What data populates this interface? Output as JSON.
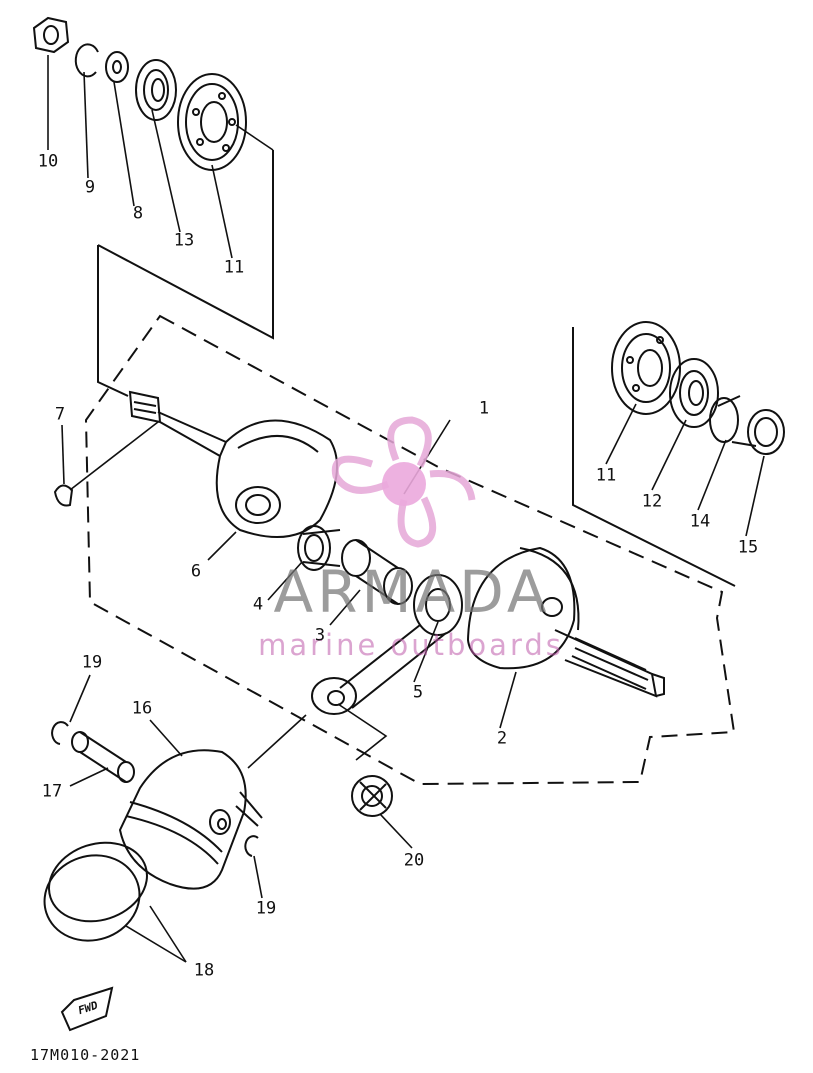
{
  "callouts": {
    "c1": "1",
    "c2": "2",
    "c3": "3",
    "c4": "4",
    "c5": "5",
    "c6": "6",
    "c7": "7",
    "c8": "8",
    "c9": "9",
    "c10": "10",
    "c11a": "11",
    "c11b": "11",
    "c12": "12",
    "c13": "13",
    "c14": "14",
    "c15": "15",
    "c16": "16",
    "c17": "17",
    "c18": "18",
    "c19a": "19",
    "c19b": "19",
    "c20": "20"
  },
  "fwd_label": "FWD",
  "drawing_code": "17M010-2021",
  "watermark": {
    "title": "ARMADA",
    "subtitle": "marine outboards"
  },
  "colors": {
    "line": "#111111",
    "watermark_pink": "#e6a8d8",
    "watermark_gray": "#777777"
  },
  "logo_icon": "propeller-icon"
}
